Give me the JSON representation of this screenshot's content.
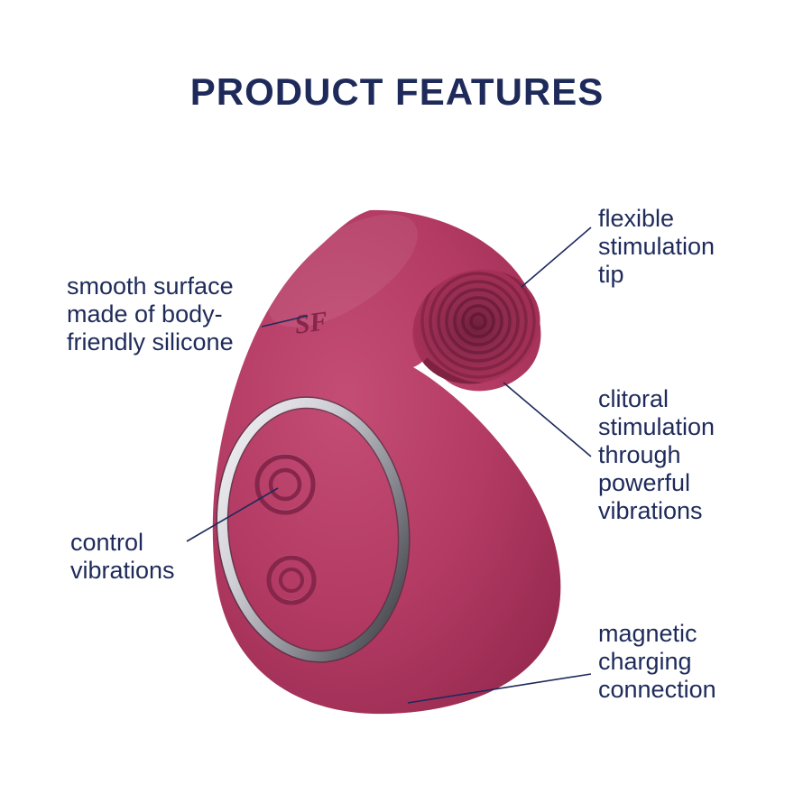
{
  "title": "PRODUCT FEATURES",
  "colors": {
    "background": "#ffffff",
    "text_navy": "#1e2a5a",
    "body_raspberry": "#b23a63",
    "body_dark": "#86264a",
    "metal_light": "#f8f8fa",
    "metal_dark": "#2e2e34"
  },
  "product": {
    "logo": "SF"
  },
  "labels": {
    "flexible_tip": "flexible\nstimulation\ntip",
    "smooth_surface": "smooth surface\nmade of body-\nfriendly silicone",
    "clitoral_stimulation": "clitoral\nstimulation\nthrough\npowerful\nvibrations",
    "control_vibrations": "control\nvibrations",
    "magnetic_charging": "magnetic\ncharging\nconnection"
  }
}
